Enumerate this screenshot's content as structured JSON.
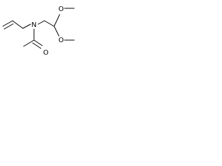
{
  "structure": {
    "atom_labels": {
      "nitrogen": "N",
      "methoxy_oxygen_top": "O",
      "methoxy_oxygen_bottom": "O",
      "carbonyl_oxygen": "O"
    }
  }
}
